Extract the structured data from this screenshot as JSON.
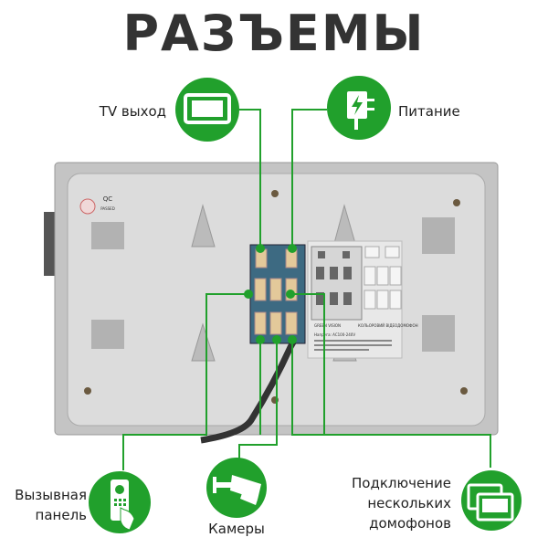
{
  "title": "РАЗЪЕМЫ",
  "colors": {
    "accent": "#21a02c",
    "title": "#333333",
    "panel": "#c8c8c8"
  },
  "callouts": {
    "tv": {
      "label": "TV выход",
      "icon": "tv-icon"
    },
    "power": {
      "label": "Питание",
      "icon": "power-adapter-icon"
    },
    "door_panel": {
      "label_line1": "Вызывная",
      "label_line2": "панель",
      "icon": "door-panel-icon"
    },
    "cameras": {
      "label": "Камеры",
      "icon": "cctv-camera-icon"
    },
    "multi": {
      "label_line1": "Подключение",
      "label_line2": "нескольких",
      "label_line3": "домофонов",
      "icon": "monitors-icon"
    }
  },
  "device": {
    "qc_sticker": "QC",
    "qc_sub": "PASSED",
    "label_brand": "GREEN VISION",
    "label_product": "КОЛЬОРОВИЙ ВІДЕОДОМОФОН",
    "label_power": "Напруга: AC100-240V"
  }
}
